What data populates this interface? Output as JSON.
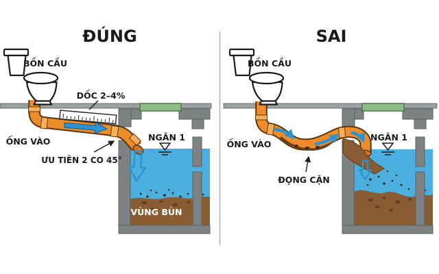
{
  "left": {
    "title": "ĐÚNG",
    "toilet_label": "BỒN CẦU",
    "slope_label": "DỐC 2–4%",
    "inlet_label": "ỐNG VÀO",
    "elbow_note": "ƯU TIÊN 2 CO 45°",
    "chamber_label": "NGĂN 1",
    "sludge_label": "VÙNG BÙN"
  },
  "right": {
    "title": "SAI",
    "toilet_label": "BỒN CẦU",
    "inlet_label": "ỐNG VÀO",
    "sediment_label": "ĐỌNG CẶN",
    "chamber_label": "NGĂN 1"
  },
  "colors": {
    "background": "#FFFFFF",
    "ink": "#1A1A1A",
    "divider": "#B5B5B5",
    "pipe": "#EE8C2A",
    "pipe_joint": "#F6AE57",
    "pipe_dark": "#D9731C",
    "pipe_outline": "#593610",
    "water": "#4BAFDF",
    "arrow_blue": "#2E93D0",
    "arrow_outline": "#156190",
    "wall": "#7D8283",
    "wall_outline": "#5C6162",
    "floor": "#9BA0A1",
    "cover_green": "#8FBC88",
    "cover_outline": "#4A7A44",
    "sludge": "#8A5C33",
    "sludge_dark": "#66401F",
    "particle": "#3F2A12",
    "label_white": "#FFFFFF"
  }
}
